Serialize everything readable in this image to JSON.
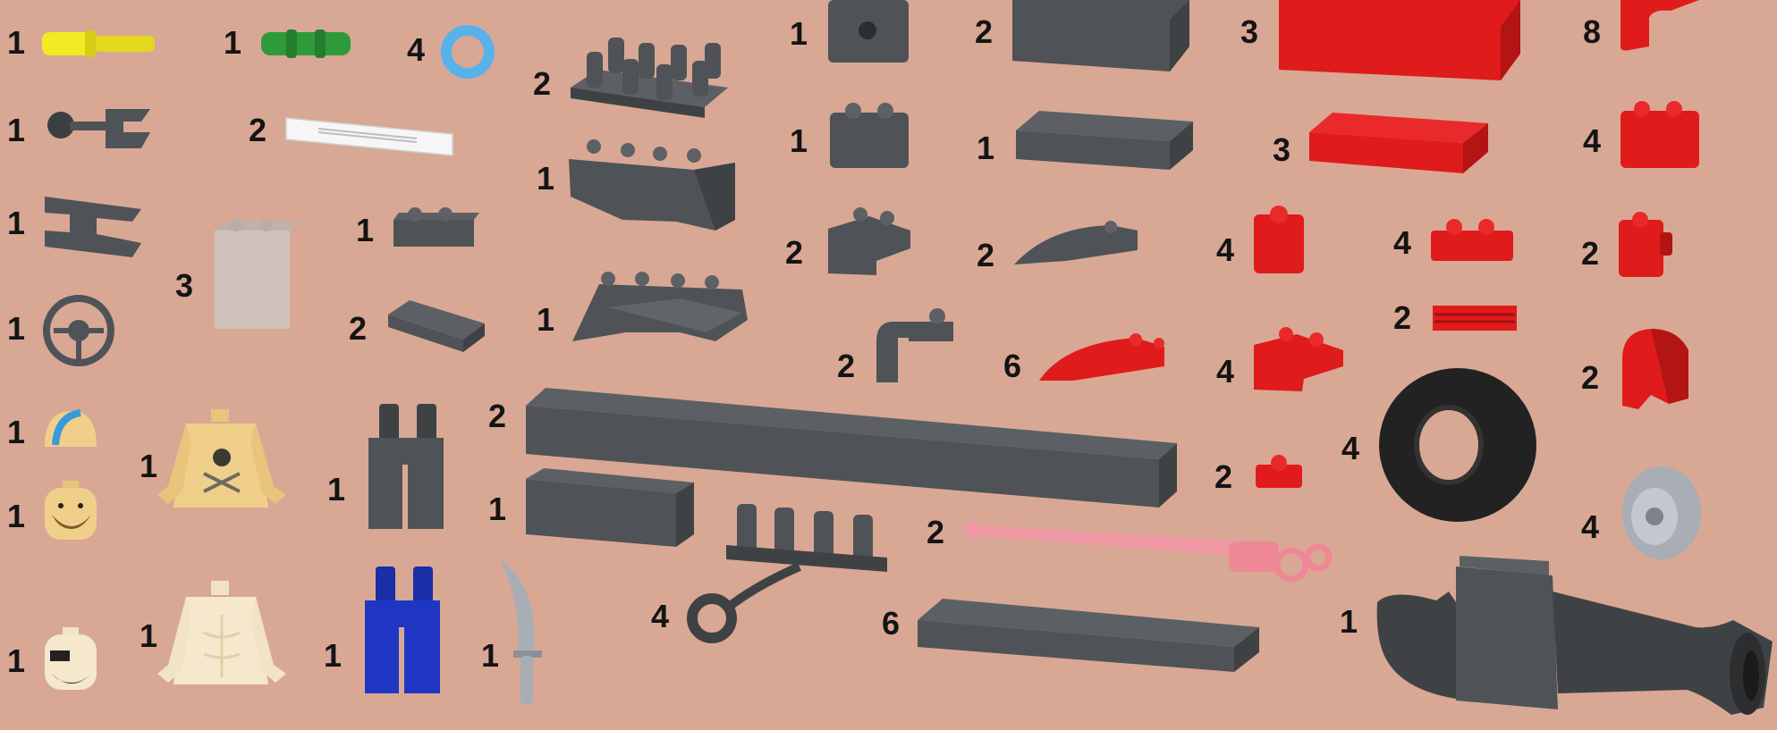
{
  "colors": {
    "background": "#d8a894",
    "dark_bluish_gray": "#4f5357",
    "red": "#e01b1b",
    "tan": "#f0cf8a",
    "blue": "#1f36c4",
    "light_gray": "#a8adb6",
    "green": "#2f9a3a",
    "yellow": "#f2ea22",
    "medium_blue": "#58b2ea",
    "trans_clear": "#cfc7c2",
    "trans_red": "#f09aa6",
    "white": "#f6f6f6",
    "black": "#222222"
  },
  "parts": [
    {
      "qty": "1",
      "name": "technic-pin-yellow-icon",
      "color": "yellow"
    },
    {
      "qty": "1",
      "name": "technic-pin-green-icon",
      "color": "green"
    },
    {
      "qty": "4",
      "name": "bush-ring-blue-icon",
      "color": "medium_blue"
    },
    {
      "qty": "2",
      "name": "brick-2x4-tall-studs-icon",
      "color": "dark_bluish_gray"
    },
    {
      "qty": "1",
      "name": "brick-1x1-hole-icon",
      "color": "dark_bluish_gray"
    },
    {
      "qty": "2",
      "name": "brick-2x4-gray-icon",
      "color": "dark_bluish_gray"
    },
    {
      "qty": "3",
      "name": "brick-2x6-red-icon",
      "color": "red"
    },
    {
      "qty": "8",
      "name": "red-curved-piece-icon",
      "color": "red"
    },
    {
      "qty": "1",
      "name": "ball-joint-icon",
      "color": "dark_bluish_gray"
    },
    {
      "qty": "2",
      "name": "axle-white-icon",
      "color": "white"
    },
    {
      "qty": "1",
      "name": "wedge-brick-icon",
      "color": "dark_bluish_gray"
    },
    {
      "qty": "1",
      "name": "brick-1x2-gray-icon",
      "color": "dark_bluish_gray"
    },
    {
      "qty": "1",
      "name": "plate-2x4-gray-icon",
      "color": "dark_bluish_gray"
    },
    {
      "qty": "3",
      "name": "plate-2x4-red-icon",
      "color": "red"
    },
    {
      "qty": "4",
      "name": "brick-1x2-red-icon",
      "color": "red"
    },
    {
      "qty": "1",
      "name": "h-clip-icon",
      "color": "dark_bluish_gray"
    },
    {
      "qty": "3",
      "name": "panel-trans-clear-icon",
      "color": "trans_clear"
    },
    {
      "qty": "1",
      "name": "plate-1x2-gray-icon",
      "color": "dark_bluish_gray"
    },
    {
      "qty": "2",
      "name": "slope-1x2-gray-icon",
      "color": "dark_bluish_gray"
    },
    {
      "qty": "2",
      "name": "curved-slope-gray-icon",
      "color": "dark_bluish_gray"
    },
    {
      "qty": "4",
      "name": "brick-1x1-red-icon",
      "color": "red"
    },
    {
      "qty": "4",
      "name": "plate-1x2-red-icon",
      "color": "red"
    },
    {
      "qty": "2",
      "name": "brick-1x1-clip-red-icon",
      "color": "red"
    },
    {
      "qty": "1",
      "name": "steering-wheel-icon",
      "color": "dark_bluish_gray"
    },
    {
      "qty": "2",
      "name": "tile-2x2-gray-icon",
      "color": "dark_bluish_gray"
    },
    {
      "qty": "1",
      "name": "wedge-brick-long-icon",
      "color": "dark_bluish_gray"
    },
    {
      "qty": "2",
      "name": "grille-tile-red-icon",
      "color": "red"
    },
    {
      "qty": "2",
      "name": "bracket-arm-gray-icon",
      "color": "dark_bluish_gray"
    },
    {
      "qty": "6",
      "name": "curved-slope-red-icon",
      "color": "red"
    },
    {
      "qty": "4",
      "name": "slope-1x2-red-icon",
      "color": "red"
    },
    {
      "qty": "2",
      "name": "mudguard-red-icon",
      "color": "red"
    },
    {
      "qty": "1",
      "name": "minifig-hair-icon",
      "color": "tan"
    },
    {
      "qty": "1",
      "name": "torso-pirate-icon",
      "color": "tan"
    },
    {
      "qty": "1",
      "name": "legs-dark-gray-icon",
      "color": "dark_bluish_gray"
    },
    {
      "qty": "2",
      "name": "brick-1x16-icon",
      "color": "dark_bluish_gray"
    },
    {
      "qty": "4",
      "name": "tire-black-icon",
      "color": "black"
    },
    {
      "qty": "1",
      "name": "minifig-head-beard-icon",
      "color": "tan"
    },
    {
      "qty": "1",
      "name": "brick-1x4-gray-icon",
      "color": "dark_bluish_gray"
    },
    {
      "qty": "2",
      "name": "plate-1x1-red-icon",
      "color": "red"
    },
    {
      "qty": "4",
      "name": "wheel-rim-gray-icon",
      "color": "light_gray"
    },
    {
      "qty": "2",
      "name": "lightsaber-trans-red-icon",
      "color": "trans_red"
    },
    {
      "qty": "4",
      "name": "fence-bar-gray-icon",
      "color": "dark_bluish_gray"
    },
    {
      "qty": "6",
      "name": "plate-2x8-gray-icon",
      "color": "dark_bluish_gray"
    },
    {
      "qty": "1",
      "name": "minifig-head-eyepatch-icon",
      "color": "tan"
    },
    {
      "qty": "1",
      "name": "torso-bare-icon",
      "color": "tan"
    },
    {
      "qty": "1",
      "name": "legs-blue-icon",
      "color": "blue"
    },
    {
      "qty": "1",
      "name": "sword-scimitar-icon",
      "color": "light_gray"
    },
    {
      "qty": "1",
      "name": "cannon-engine-icon",
      "color": "dark_bluish_gray"
    }
  ]
}
